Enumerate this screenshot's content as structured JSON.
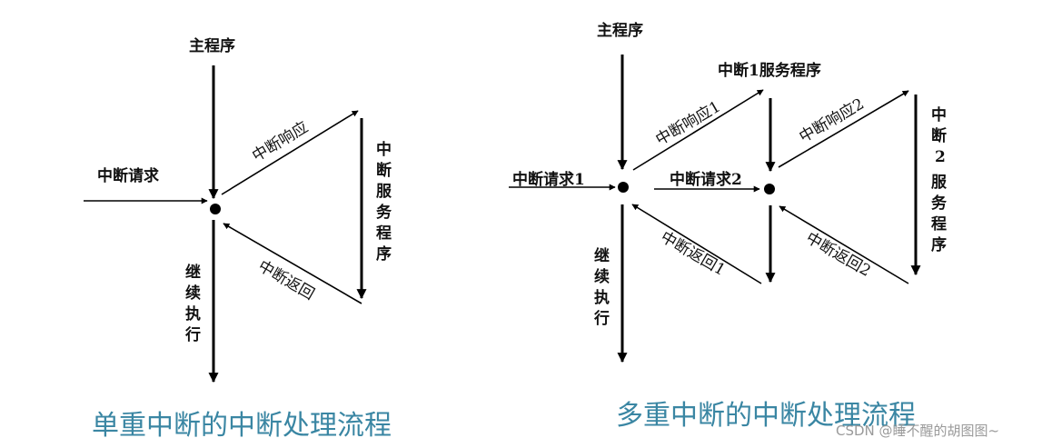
{
  "left": {
    "main_program": "主程序",
    "interrupt_request": "中断请求",
    "interrupt_response": "中断响应",
    "interrupt_return": "中断返回",
    "service_routine_chars": [
      "中",
      "断",
      "服",
      "务",
      "程",
      "序"
    ],
    "continue_chars": [
      "继",
      "续",
      "执",
      "行"
    ],
    "caption": "单重中断的中断处理流程"
  },
  "right": {
    "main_program": "主程序",
    "interrupt_request_1": "中断请求1",
    "interrupt_request_2": "中断请求2",
    "interrupt_response_1": "中断响应1",
    "interrupt_response_2": "中断响应2",
    "interrupt_return_1": "中断返回1",
    "interrupt_return_2": "中断返回2",
    "service_routine_1": "中断1服务程序",
    "service_routine_2_chars": [
      "中",
      "断",
      "2",
      "服",
      "务",
      "程",
      "序"
    ],
    "continue_chars": [
      "继",
      "续",
      "执",
      "行"
    ],
    "caption": "多重中断的中断处理流程"
  },
  "watermark": "CSDN @睡不醒的胡图图~"
}
